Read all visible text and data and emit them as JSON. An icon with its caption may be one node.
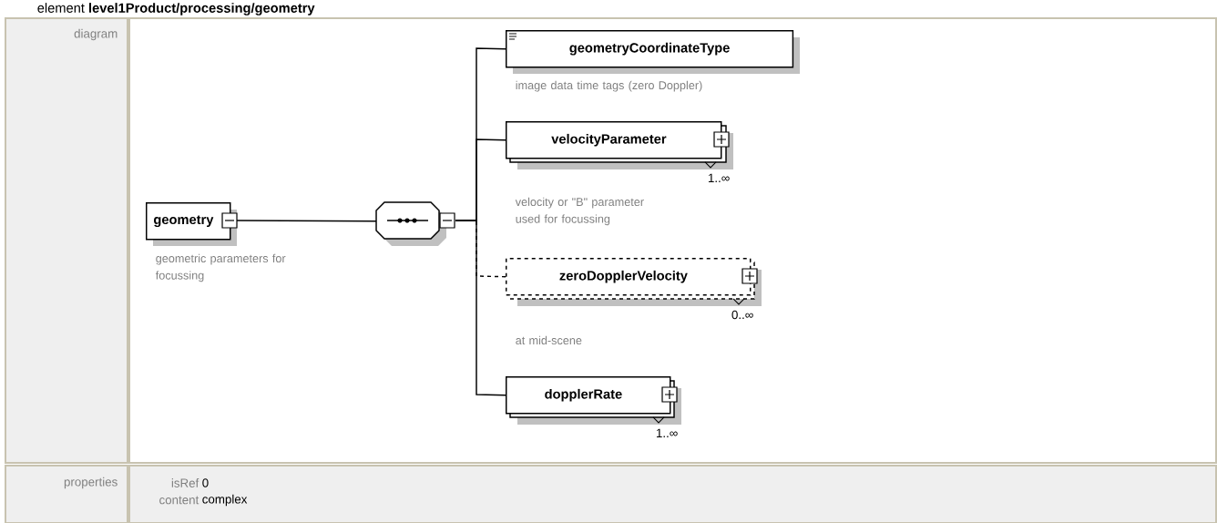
{
  "diagram": {
    "title": "element **level1Product/processing/geometry**",
    "nodes": [
      {
        "text": [
          "geometry"
        ],
        "beside": [
          "geometric parameters for focussing"
        ]
      },
      {
        "text": [],
        "shape": "octagon"
      },
      {
        "text": [
          "geometryCoordinateType"
        ],
        "beside": [
          "image data time tags (zero Doppler)"
        ]
      },
      {
        "text": [
          "velocityParameter"
        ],
        "beside": [
          "1..∞",
          "velocity or \"B\" parameter used for focussing"
        ]
      },
      {
        "text": [
          "zeroDopplerVelocity"
        ],
        "beside": [
          "0..∞",
          "at mid-scene"
        ]
      },
      {
        "text": [
          "dopplerRate"
        ],
        "beside": [
          "1..∞"
        ]
      }
    ],
    "edges": [
      {
        "from": 0,
        "to": 1,
        "arrow": "none"
      },
      {
        "from": 1,
        "to": 2,
        "arrow": "none"
      },
      {
        "from": 1,
        "to": 3,
        "arrow": "none"
      },
      {
        "from": 1,
        "to": 4,
        "arrow": "none",
        "style": "dashed"
      },
      {
        "from": 1,
        "to": 5,
        "arrow": "none"
      }
    ],
    "labels": [
      "diagram",
      "properties",
      "isRef",
      "0",
      "content",
      "complex"
    ]
  }
}
